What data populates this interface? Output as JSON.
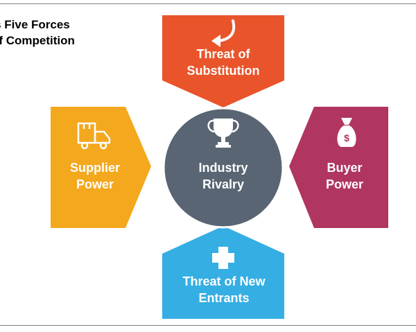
{
  "title": {
    "line1": "’s Five Forces",
    "line2": " of Competition"
  },
  "colors": {
    "substitution": "#e9542a",
    "supplier": "#f4a81d",
    "buyer": "#b03561",
    "entrants": "#35aee3",
    "rivalry": "#596572",
    "frame": "#7f7f7f"
  },
  "forces": {
    "substitution": {
      "line1": "Threat of",
      "line2": "Substitution",
      "icon": "curved-arrow-icon"
    },
    "supplier": {
      "line1": "Supplier",
      "line2": "Power",
      "icon": "delivery-truck-icon"
    },
    "rivalry": {
      "line1": "Industry",
      "line2": "Rivalry",
      "icon": "trophy-icon"
    },
    "buyer": {
      "line1": "Buyer",
      "line2": "Power",
      "icon": "money-bag-icon"
    },
    "entrants": {
      "line1": "Threat of New",
      "line2": "Entrants",
      "icon": "plus-icon"
    }
  }
}
